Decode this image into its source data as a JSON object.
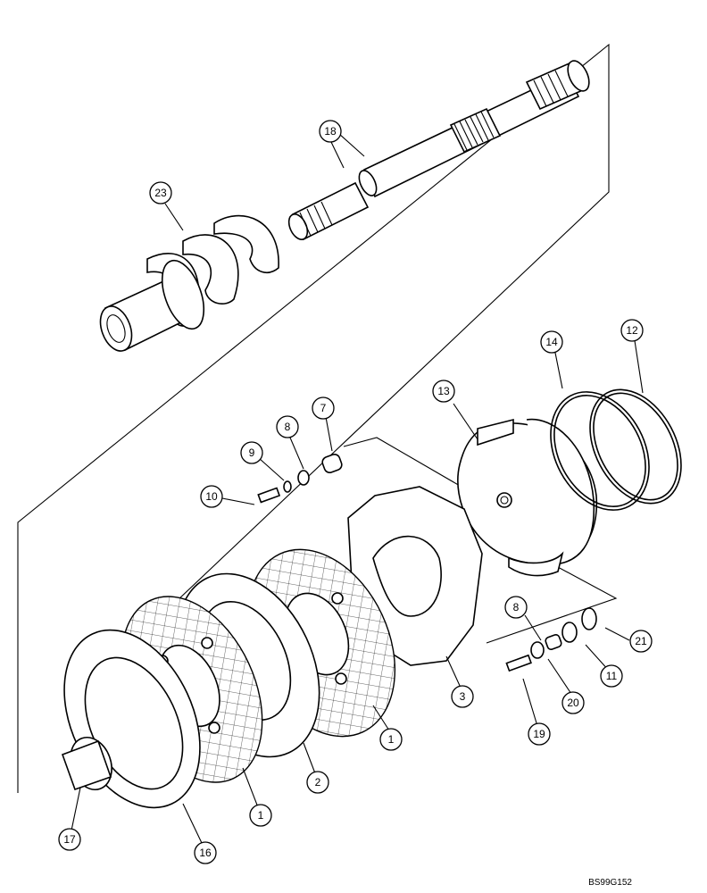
{
  "callouts": [
    {
      "id": "c18",
      "label": "18"
    },
    {
      "id": "c23",
      "label": "23"
    },
    {
      "id": "c14",
      "label": "14"
    },
    {
      "id": "c12",
      "label": "12"
    },
    {
      "id": "c13",
      "label": "13"
    },
    {
      "id": "c9",
      "label": "9"
    },
    {
      "id": "c8a",
      "label": "8"
    },
    {
      "id": "c7",
      "label": "7"
    },
    {
      "id": "c10",
      "label": "10"
    },
    {
      "id": "c8b",
      "label": "8"
    },
    {
      "id": "c21",
      "label": "21"
    },
    {
      "id": "c11",
      "label": "11"
    },
    {
      "id": "c20",
      "label": "20"
    },
    {
      "id": "c19",
      "label": "19"
    },
    {
      "id": "c3",
      "label": "3"
    },
    {
      "id": "c1a",
      "label": "1"
    },
    {
      "id": "c2",
      "label": "2"
    },
    {
      "id": "c1b",
      "label": "1"
    },
    {
      "id": "c17",
      "label": "17"
    },
    {
      "id": "c16",
      "label": "16"
    }
  ],
  "drawing_code": "BS99G152"
}
